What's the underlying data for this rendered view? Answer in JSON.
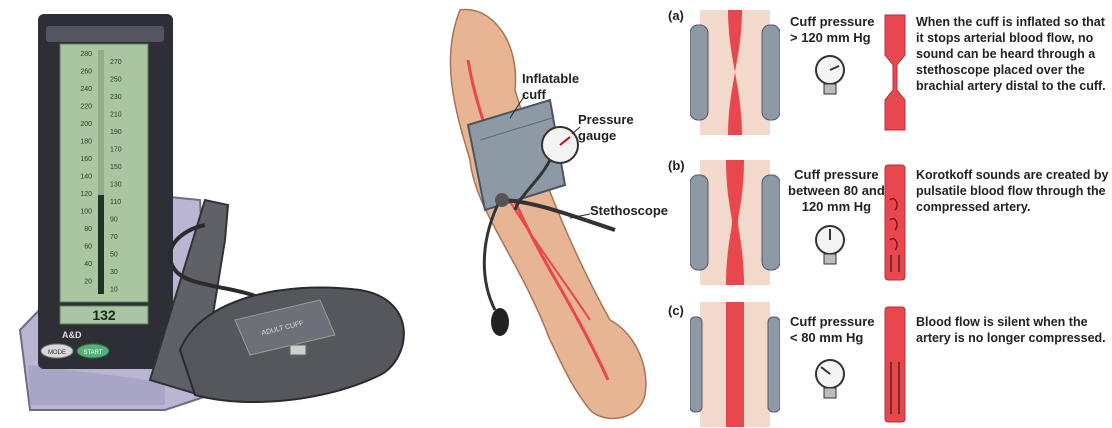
{
  "device": {
    "brand": "A&D",
    "reading": "132",
    "scale_left": [
      "280",
      "260",
      "240",
      "220",
      "200",
      "180",
      "160",
      "140",
      "120",
      "100",
      "80",
      "60",
      "40",
      "20"
    ],
    "scale_right": [
      "270",
      "250",
      "230",
      "210",
      "190",
      "170",
      "150",
      "130",
      "110",
      "90",
      "70",
      "50",
      "30",
      "10"
    ],
    "button_left": "MODE",
    "button_right": "START",
    "cuff_label": "ADULT CUFF"
  },
  "arm": {
    "label_cuff": "Inflatable\ncuff",
    "label_gauge": "Pressure\ngauge",
    "label_stethoscope": "Stethoscope"
  },
  "panels": [
    {
      "letter": "(a)",
      "pressure": "Cuff pressure\n> 120 mm Hg",
      "description": "When the cuff is inflated so that\nit stops arterial blood flow, no\nsound can be heard through a\nstethoscope placed over the\nbrachial artery distal to the cuff."
    },
    {
      "letter": "(b)",
      "pressure": "Cuff pressure\nbetween 80 and\n120 mm Hg",
      "description": "Korotkoff sounds are created by\npulsatile blood flow through the\ncompressed artery."
    },
    {
      "letter": "(c)",
      "pressure": "Cuff pressure\n< 80 mm Hg",
      "description": "Blood flow is silent when the\nartery is no longer compressed."
    }
  ],
  "colors": {
    "artery": "#e8474d",
    "tissue": "#f3d9cc",
    "cuff": "#8d9aa6",
    "device_body": "#b9b5d3",
    "lcd": "#a9c6a0",
    "skin": "#e8b594"
  }
}
